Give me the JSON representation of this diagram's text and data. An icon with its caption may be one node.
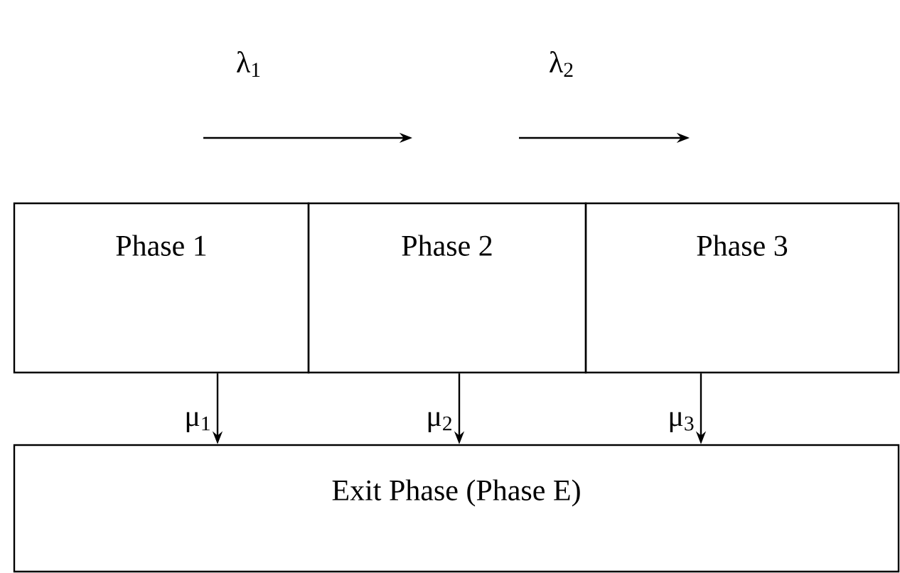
{
  "diagram": {
    "nodes": [
      {
        "text": [
          "Phase 1"
        ]
      },
      {
        "text": [
          "Phase 2"
        ]
      },
      {
        "text": [
          "Phase 3"
        ]
      },
      {
        "text": [
          "Exit Phase (Phase E)"
        ]
      }
    ],
    "edges": [
      {
        "from": 0,
        "to": 3,
        "arrow": "to",
        "label": "μ$_{1}$"
      },
      {
        "from": 1,
        "to": 3,
        "arrow": "to",
        "label": "μ$_{2}$"
      },
      {
        "from": 2,
        "to": 3,
        "arrow": "to",
        "label": "μ$_{3}$"
      }
    ],
    "labels": [
      "λ$_{1}$",
      "λ$_{2}$"
    ]
  }
}
